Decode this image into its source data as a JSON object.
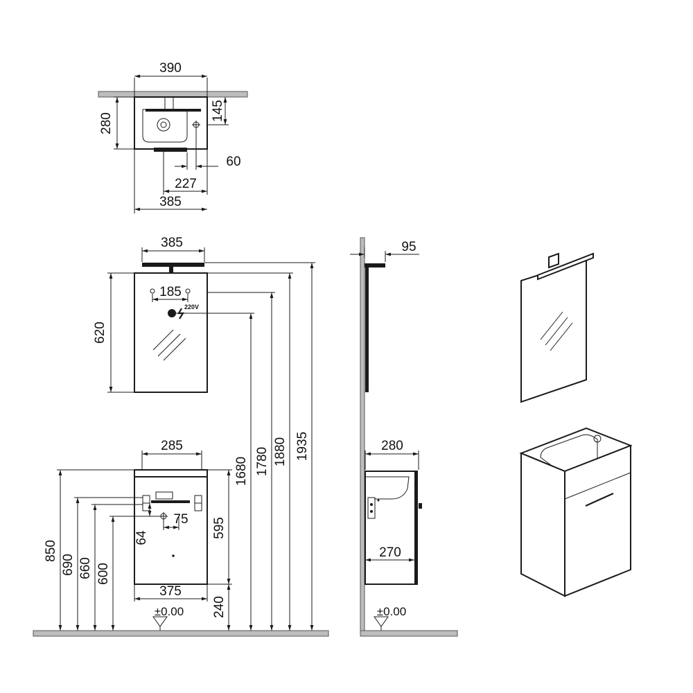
{
  "top_view": {
    "width_390": "390",
    "depth_280": "280",
    "offset_145": "145",
    "offset_60": "60",
    "offset_227": "227",
    "width_385": "385"
  },
  "mirror_front": {
    "width_385": "385",
    "height_620": "620",
    "spacing_185": "185",
    "socket_220v": "220V"
  },
  "cabinet_front": {
    "width_285": "285",
    "height_595": "595",
    "width_375": "375",
    "height_240": "240",
    "offset_75": "75",
    "offset_64": "64",
    "level_zero": "±0.00"
  },
  "heights": {
    "h_850": "850",
    "h_690": "690",
    "h_660": "660",
    "h_600": "600",
    "h_1680": "1680",
    "h_1780": "1780",
    "h_1880": "1880",
    "h_1935": "1935"
  },
  "side_view": {
    "depth_95": "95",
    "depth_280": "280",
    "depth_270": "270",
    "level_zero": "±0.00"
  }
}
